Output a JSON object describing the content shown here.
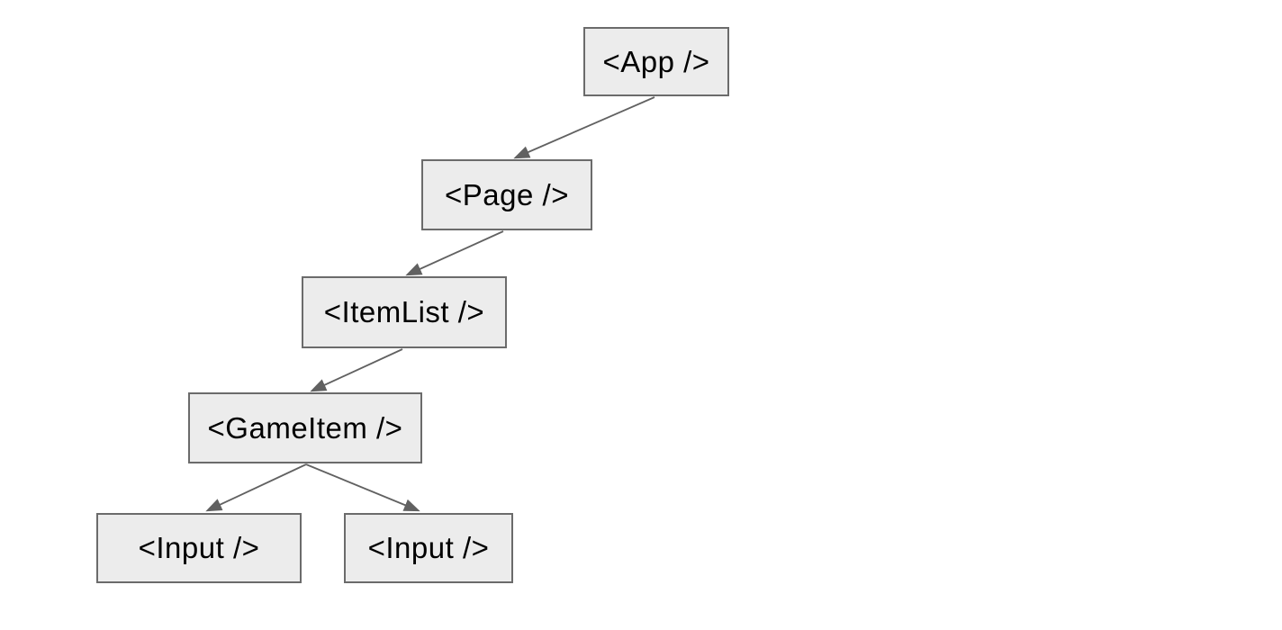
{
  "diagram": {
    "type": "tree",
    "description": "React component hierarchy tree",
    "nodes": [
      {
        "id": "app",
        "label": "<App />"
      },
      {
        "id": "page",
        "label": "<Page />"
      },
      {
        "id": "itemlist",
        "label": "<ItemList />"
      },
      {
        "id": "gameitem",
        "label": "<GameItem />"
      },
      {
        "id": "input-left",
        "label": "<Input />"
      },
      {
        "id": "input-right",
        "label": "<Input />"
      }
    ],
    "edges": [
      {
        "from": "app",
        "to": "page"
      },
      {
        "from": "page",
        "to": "itemlist"
      },
      {
        "from": "itemlist",
        "to": "gameitem"
      },
      {
        "from": "gameitem",
        "to": "input-left"
      },
      {
        "from": "gameitem",
        "to": "input-right"
      }
    ],
    "colors": {
      "background": "#ffffff",
      "node_fill": "#ececec",
      "node_border": "#6b6b6b",
      "edge": "#616161",
      "text": "#000000"
    }
  }
}
